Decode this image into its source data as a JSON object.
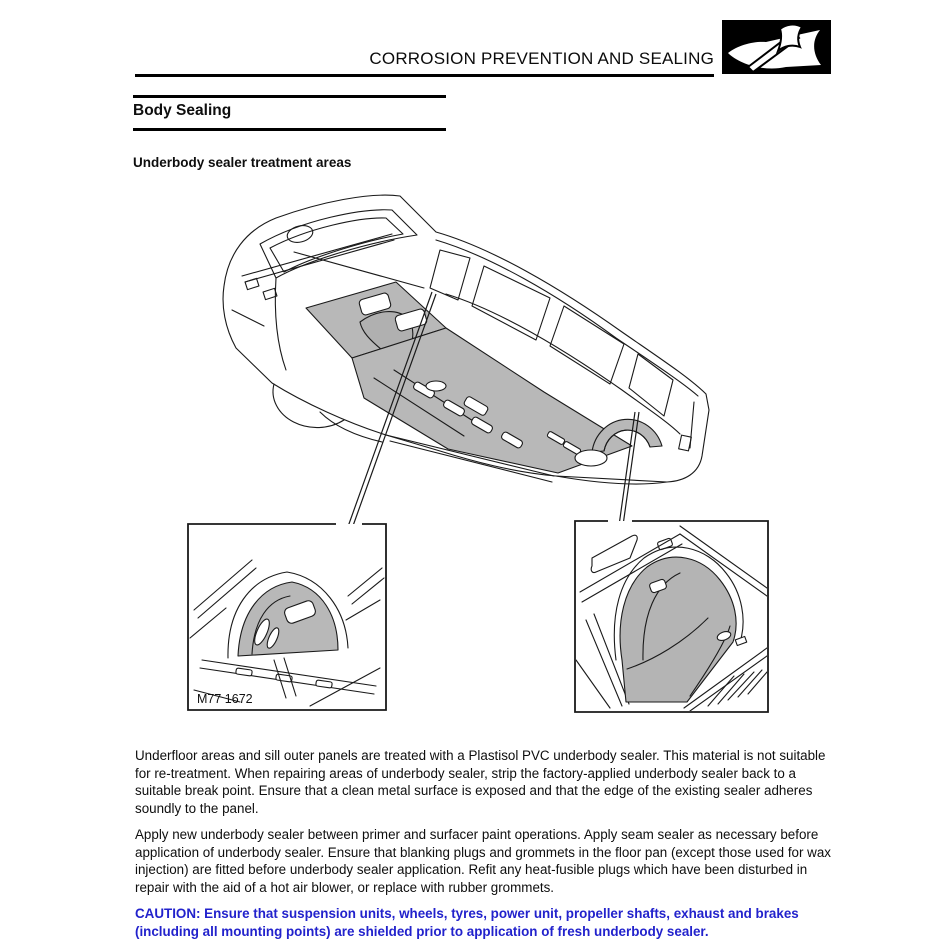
{
  "header": {
    "title": "CORROSION PREVENTION AND SEALING",
    "logo_icon": "axe-over-body-panel-icon"
  },
  "section": {
    "title": "Body Sealing"
  },
  "subsection": {
    "title": "Underbody sealer treatment areas"
  },
  "figure": {
    "label": "M77 1672"
  },
  "paragraphs": [
    "Underfloor areas and sill outer panels are treated with a Plastisol PVC underbody sealer. This material is not suitable for re-treatment. When repairing areas of underbody sealer, strip the factory-applied underbody sealer back to a suitable break point. Ensure that a clean metal surface is exposed and that the edge of the existing sealer adheres soundly to the panel.",
    "Apply new underbody sealer between primer and surfacer paint operations. Apply seam sealer as necessary before application of underbody sealer. Ensure that blanking plugs and grommets in the floor pan (except those used for wax injection) are fitted before underbody sealer application. Refit any heat-fusible plugs which have been disturbed in repair with the aid of a hot air blower, or replace with rubber grommets."
  ],
  "caution": "CAUTION: Ensure that suspension units, wheels, tyres, power unit, propeller shafts, exhaust and brakes (including all mounting points) are shielded prior to application of fresh underbody sealer.",
  "colors": {
    "caution_text": "#2222cc",
    "shading_gray": "#b8b8b8",
    "line_black": "#1a1a1a"
  }
}
